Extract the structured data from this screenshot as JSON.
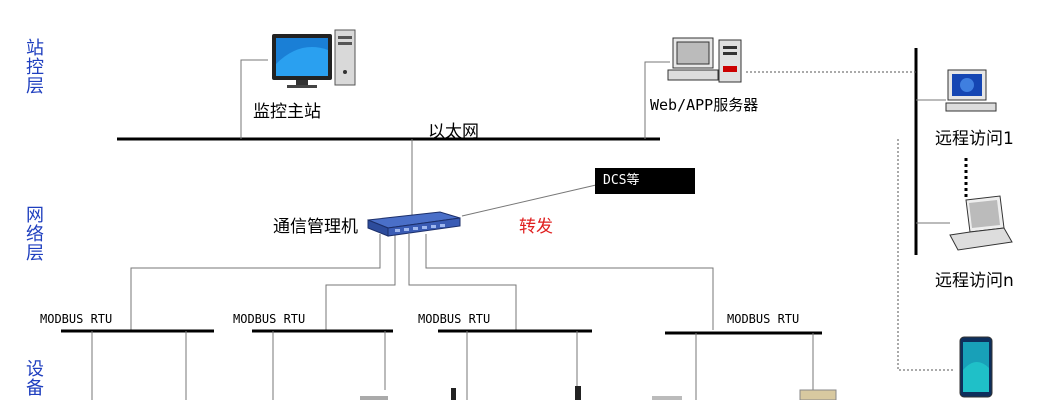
{
  "layers": {
    "station": [
      "站",
      "控",
      "层"
    ],
    "network": [
      "网",
      "络",
      "层"
    ],
    "device": [
      "设",
      "备"
    ]
  },
  "labels": {
    "master_station": "监控主站",
    "ethernet": "以太网",
    "web_server": "Web/APP服务器",
    "remote_access_1": "远程访问1",
    "remote_access_n": "远程访问n",
    "dcs": "DCS等",
    "comm_manager": "通信管理机",
    "forward": "转发",
    "modbus": [
      "MODBUS RTU",
      "MODBUS RTU",
      "MODBUS RTU",
      "MODBUS RTU"
    ]
  },
  "colors": {
    "layer_text": "#1f3fbf",
    "forward_text": "#e02020",
    "line": "#777777"
  },
  "icons": [
    "desktop-computer-icon",
    "server-computer-icon",
    "remote-pc-icon",
    "laptop-icon",
    "phone-icon",
    "switch-icon"
  ]
}
